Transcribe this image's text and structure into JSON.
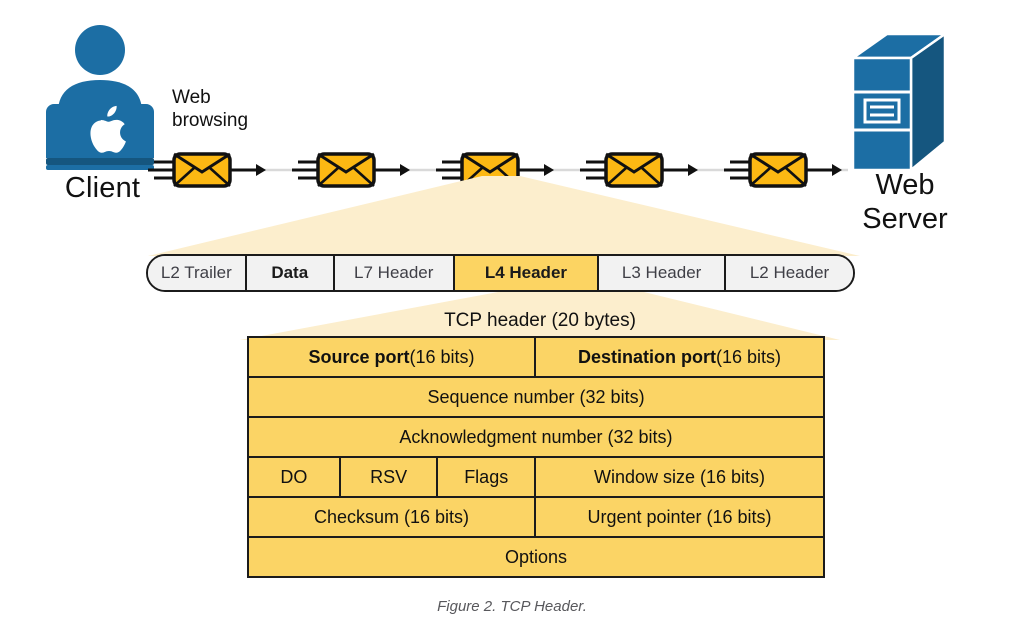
{
  "colors": {
    "brand_blue": "#1c6ea4",
    "brand_blue_dark": "#15567f",
    "envelope_fill": "#fcb813",
    "envelope_fill_light": "#ffc927",
    "highlight_yellow": "#fcd462",
    "table_yellow": "#fbd465",
    "funnel_cream": "#fceecd",
    "outline_black": "#1b1b1b",
    "cell_gray": "#f2f2f2",
    "caption_gray": "#58585c",
    "flow_line_gray": "#d9d9d9"
  },
  "topology": {
    "client": {
      "label": "Client",
      "icon": "person-at-laptop-icon",
      "laptop_logo": "apple-logo-icon"
    },
    "flow": {
      "annotation": "Web browsing",
      "packet_icon": "envelope-icon",
      "packet_count": 5,
      "arrow_icon": "arrow-right-icon"
    },
    "server": {
      "label": "Web\nServer",
      "label_line1": "Web",
      "label_line2": "Server",
      "icon": "server-tower-icon"
    }
  },
  "packet_bar": {
    "name": "encapsulated-packet-bar",
    "cells": [
      {
        "label": "L2 Trailer",
        "width_pct": 14.0,
        "style": "normal"
      },
      {
        "label": "Data",
        "width_pct": 12.5,
        "style": "bold"
      },
      {
        "label": "L7 Header",
        "width_pct": 17.0,
        "style": "normal"
      },
      {
        "label": "L4 Header",
        "width_pct": 20.5,
        "style": "highlight"
      },
      {
        "label": "L3 Header",
        "width_pct": 18.0,
        "style": "normal"
      },
      {
        "label": "L2 Header",
        "width_pct": 18.0,
        "style": "normal"
      }
    ],
    "highlighted_cell": "L4 Header"
  },
  "tcp_header": {
    "title": "TCP header (20 bytes)",
    "rows": [
      {
        "fields": [
          {
            "bold_text": "Source port",
            "rest_text": " (16 bits)",
            "width_pct": 50
          },
          {
            "bold_text": "Destination port",
            "rest_text": " (16 bits)",
            "width_pct": 50
          }
        ]
      },
      {
        "fields": [
          {
            "bold_text": "",
            "rest_text": "Sequence number (32 bits)",
            "width_pct": 100
          }
        ]
      },
      {
        "fields": [
          {
            "bold_text": "",
            "rest_text": "Acknowledgment number (32 bits)",
            "width_pct": 100
          }
        ]
      },
      {
        "fields": [
          {
            "bold_text": "",
            "rest_text": "DO",
            "width_pct": 16
          },
          {
            "bold_text": "",
            "rest_text": "RSV",
            "width_pct": 17
          },
          {
            "bold_text": "",
            "rest_text": "Flags",
            "width_pct": 17
          },
          {
            "bold_text": "",
            "rest_text": "Window size (16 bits)",
            "width_pct": 50
          }
        ]
      },
      {
        "fields": [
          {
            "bold_text": "",
            "rest_text": "Checksum (16 bits)",
            "width_pct": 50
          },
          {
            "bold_text": "",
            "rest_text": "Urgent pointer (16 bits)",
            "width_pct": 50
          }
        ]
      },
      {
        "fields": [
          {
            "bold_text": "",
            "rest_text": "Options",
            "width_pct": 100
          }
        ]
      }
    ]
  },
  "figure": {
    "caption": "Figure 2. TCP Header."
  }
}
